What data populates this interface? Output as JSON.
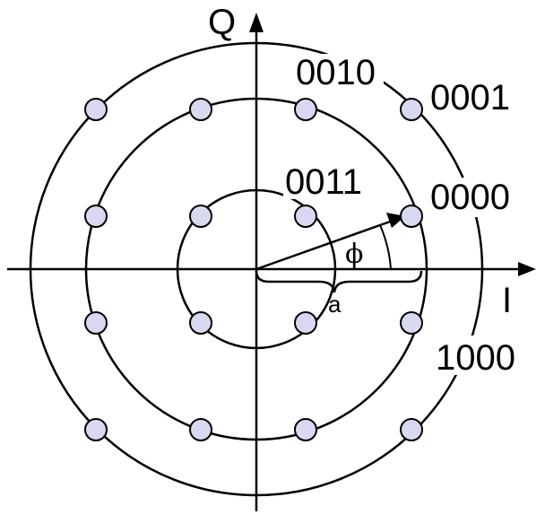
{
  "axes": {
    "horizontal_label": "I",
    "vertical_label": "Q"
  },
  "annotations": {
    "phase_symbol": "ϕ",
    "amplitude_symbol": "a"
  },
  "symbol_labels": [
    "0010",
    "0001",
    "0011",
    "0000",
    "1000"
  ],
  "colors": {
    "point_fill": "#d8d8f0",
    "stroke": "#000000"
  }
}
